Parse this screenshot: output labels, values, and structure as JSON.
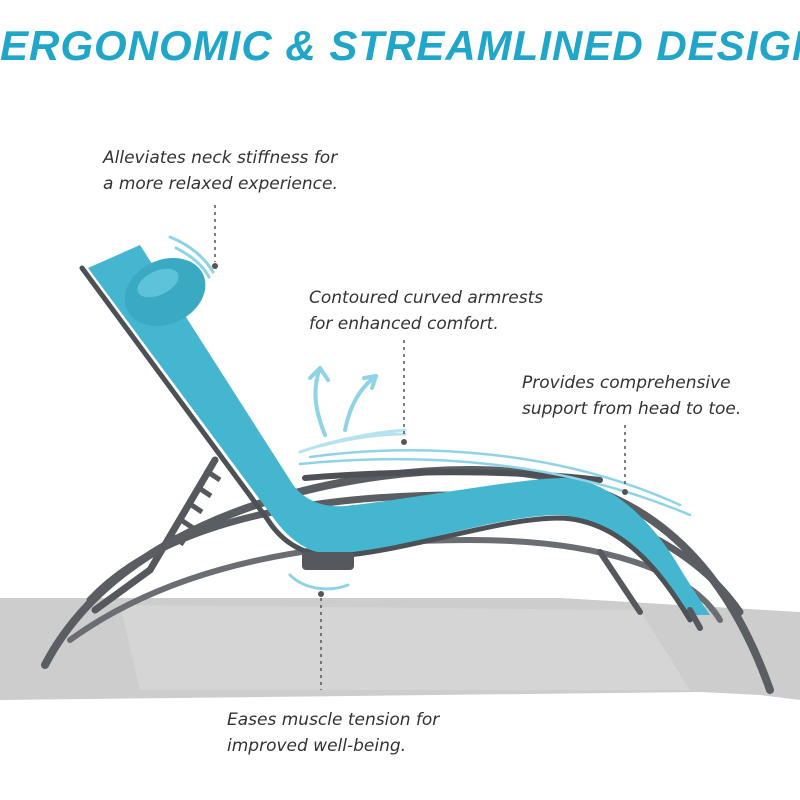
{
  "title": "ERGONOMIC & STREAMLINED DESIGN",
  "colors": {
    "accent": "#1fa6c8",
    "fabric": "#45b6d0",
    "frame": "#55585c",
    "shadow": "#c9c9c9",
    "text": "#333333"
  },
  "callouts": {
    "neck": {
      "line1": "Alleviates neck stiffness for",
      "line2": "a more relaxed experience."
    },
    "armrests": {
      "line1": "Contoured curved armrests",
      "line2": "for enhanced comfort."
    },
    "support": {
      "line1": "Provides comprehensive",
      "line2": "support from head to toe."
    },
    "muscle": {
      "line1": "Eases muscle tension for",
      "line2": "improved well-being."
    }
  }
}
